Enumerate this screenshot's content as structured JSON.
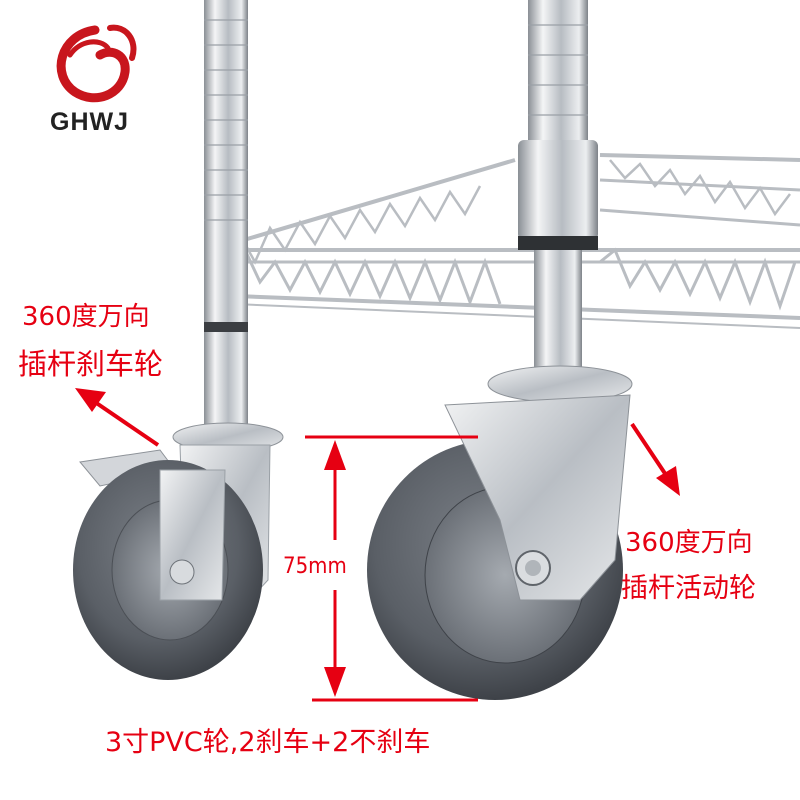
{
  "brand": {
    "name": "GHWJ",
    "logo_icon": "swirl-logo-icon",
    "logo_color": "#c8161d"
  },
  "callouts": {
    "brake_wheel": {
      "line1": "360度万向",
      "line2": "插杆刹车轮"
    },
    "swivel_wheel": {
      "line1": "360度万向",
      "line2": "插杆活动轮"
    }
  },
  "dimension": {
    "label": "75mm"
  },
  "caption": "3寸PVC轮,2刹车+2不刹车",
  "colors": {
    "annotation_red": "#e60012",
    "wheel_gray": "#555a60",
    "steel": "#c9cdd2"
  }
}
